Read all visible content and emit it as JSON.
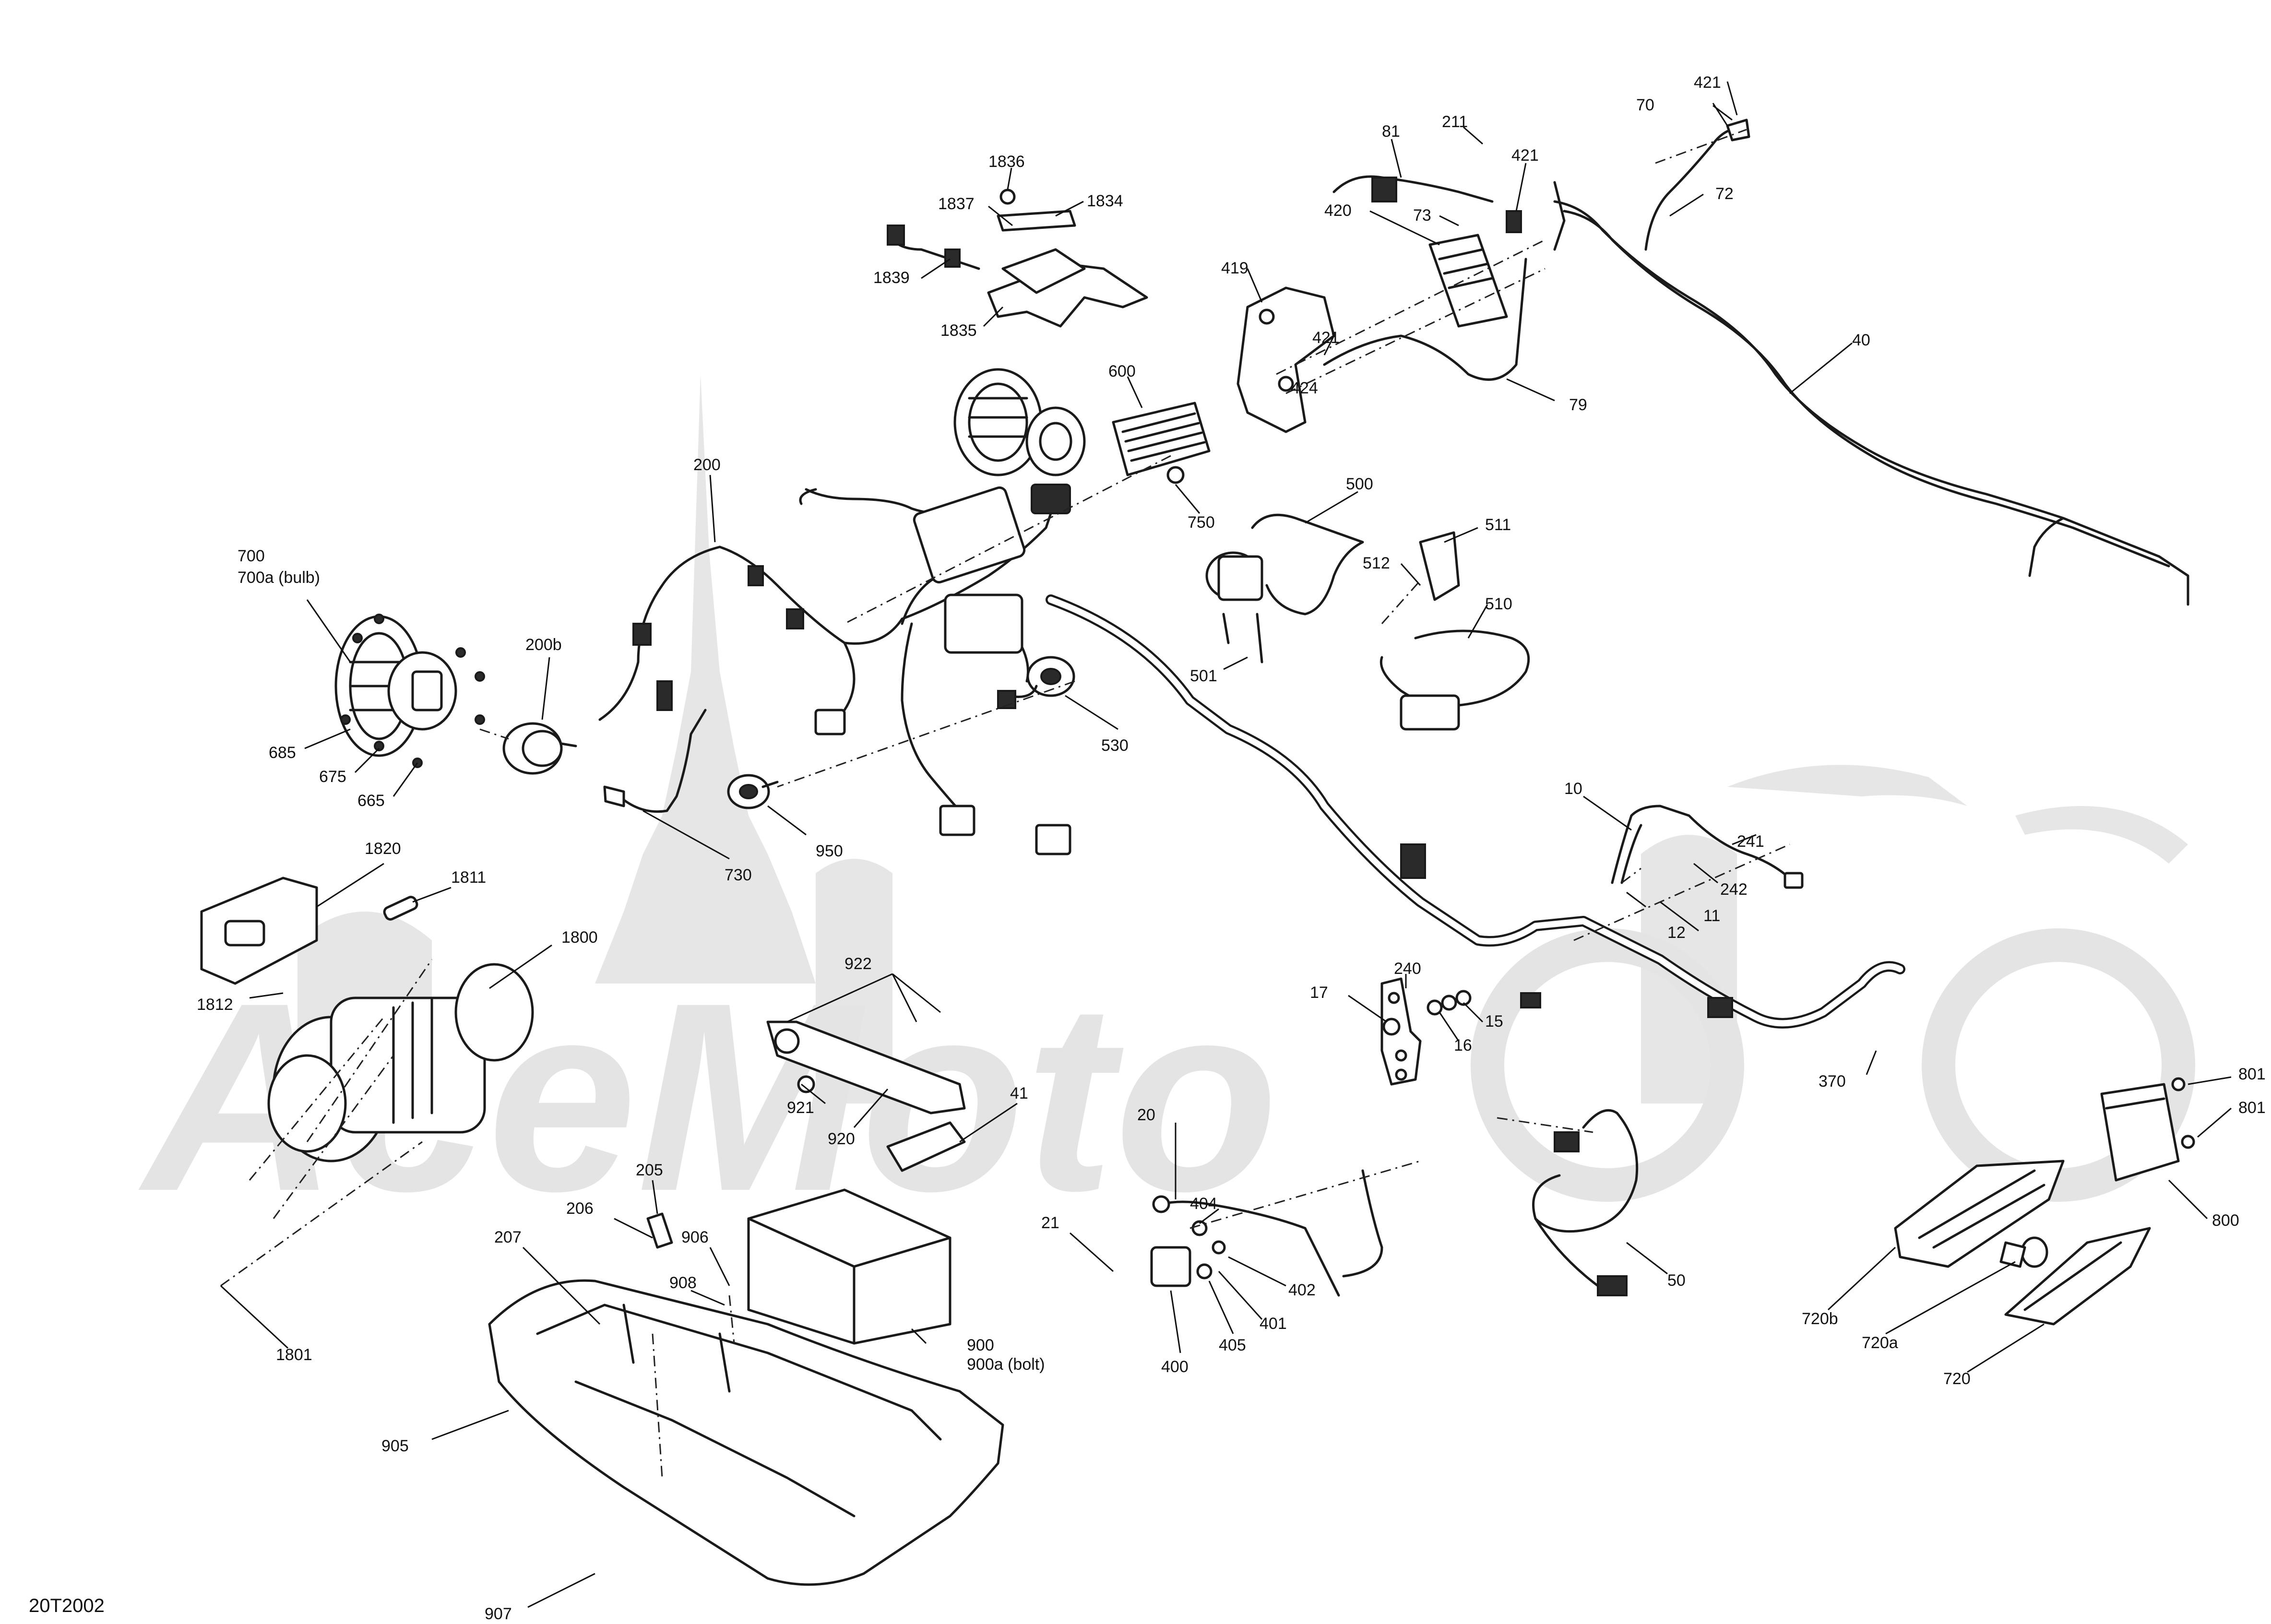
{
  "diagram_code": "20T2002",
  "watermark": "AceMoto",
  "labels": [
    {
      "id": "l1836",
      "text": "1836"
    },
    {
      "id": "l1834",
      "text": "1834"
    },
    {
      "id": "l1837",
      "text": "1837"
    },
    {
      "id": "l1839",
      "text": "1839"
    },
    {
      "id": "l1835",
      "text": "1835"
    },
    {
      "id": "l81",
      "text": "81"
    },
    {
      "id": "l211",
      "text": "211"
    },
    {
      "id": "l421a",
      "text": "421"
    },
    {
      "id": "l421b",
      "text": "421"
    },
    {
      "id": "l420",
      "text": "420"
    },
    {
      "id": "l73",
      "text": "73"
    },
    {
      "id": "l70",
      "text": "70"
    },
    {
      "id": "l72",
      "text": "72"
    },
    {
      "id": "l419",
      "text": "419"
    },
    {
      "id": "l421c",
      "text": "421"
    },
    {
      "id": "l424",
      "text": "424"
    },
    {
      "id": "l79",
      "text": "79"
    },
    {
      "id": "l40",
      "text": "40"
    },
    {
      "id": "l600",
      "text": "600"
    },
    {
      "id": "l200",
      "text": "200"
    },
    {
      "id": "l750",
      "text": "750"
    },
    {
      "id": "l500",
      "text": "500"
    },
    {
      "id": "l511",
      "text": "511"
    },
    {
      "id": "l512",
      "text": "512"
    },
    {
      "id": "l510",
      "text": "510"
    },
    {
      "id": "l501",
      "text": "501"
    },
    {
      "id": "l700",
      "text": "700"
    },
    {
      "id": "l700a",
      "text": "700a (bulb)"
    },
    {
      "id": "l200b",
      "text": "200b"
    },
    {
      "id": "l685",
      "text": "685"
    },
    {
      "id": "l675",
      "text": "675"
    },
    {
      "id": "l665",
      "text": "665"
    },
    {
      "id": "l530",
      "text": "530"
    },
    {
      "id": "l950",
      "text": "950"
    },
    {
      "id": "l730",
      "text": "730"
    },
    {
      "id": "l10",
      "text": "10"
    },
    {
      "id": "l241",
      "text": "241"
    },
    {
      "id": "l242",
      "text": "242"
    },
    {
      "id": "l11",
      "text": "11"
    },
    {
      "id": "l12",
      "text": "12"
    },
    {
      "id": "l1820",
      "text": "1820"
    },
    {
      "id": "l1811",
      "text": "1811"
    },
    {
      "id": "l1800",
      "text": "1800"
    },
    {
      "id": "l1812",
      "text": "1812"
    },
    {
      "id": "l922",
      "text": "922"
    },
    {
      "id": "l921",
      "text": "921"
    },
    {
      "id": "l920",
      "text": "920"
    },
    {
      "id": "l41",
      "text": "41"
    },
    {
      "id": "l240",
      "text": "240"
    },
    {
      "id": "l17",
      "text": "17"
    },
    {
      "id": "l16",
      "text": "16"
    },
    {
      "id": "l15",
      "text": "15"
    },
    {
      "id": "l370",
      "text": "370"
    },
    {
      "id": "l801a",
      "text": "801"
    },
    {
      "id": "l801b",
      "text": "801"
    },
    {
      "id": "l800",
      "text": "800"
    },
    {
      "id": "l20",
      "text": "20"
    },
    {
      "id": "l21",
      "text": "21"
    },
    {
      "id": "l404",
      "text": "404"
    },
    {
      "id": "l402",
      "text": "402"
    },
    {
      "id": "l401",
      "text": "401"
    },
    {
      "id": "l405",
      "text": "405"
    },
    {
      "id": "l400",
      "text": "400"
    },
    {
      "id": "l50",
      "text": "50"
    },
    {
      "id": "l720b",
      "text": "720b"
    },
    {
      "id": "l720a",
      "text": "720a"
    },
    {
      "id": "l720",
      "text": "720"
    },
    {
      "id": "l205",
      "text": "205"
    },
    {
      "id": "l206",
      "text": "206"
    },
    {
      "id": "l207",
      "text": "207"
    },
    {
      "id": "l906",
      "text": "906"
    },
    {
      "id": "l908",
      "text": "908"
    },
    {
      "id": "l900",
      "text": "900"
    },
    {
      "id": "l900a",
      "text": "900a (bolt)"
    },
    {
      "id": "l905",
      "text": "905"
    },
    {
      "id": "l907",
      "text": "907"
    },
    {
      "id": "l1801",
      "text": "1801"
    }
  ]
}
